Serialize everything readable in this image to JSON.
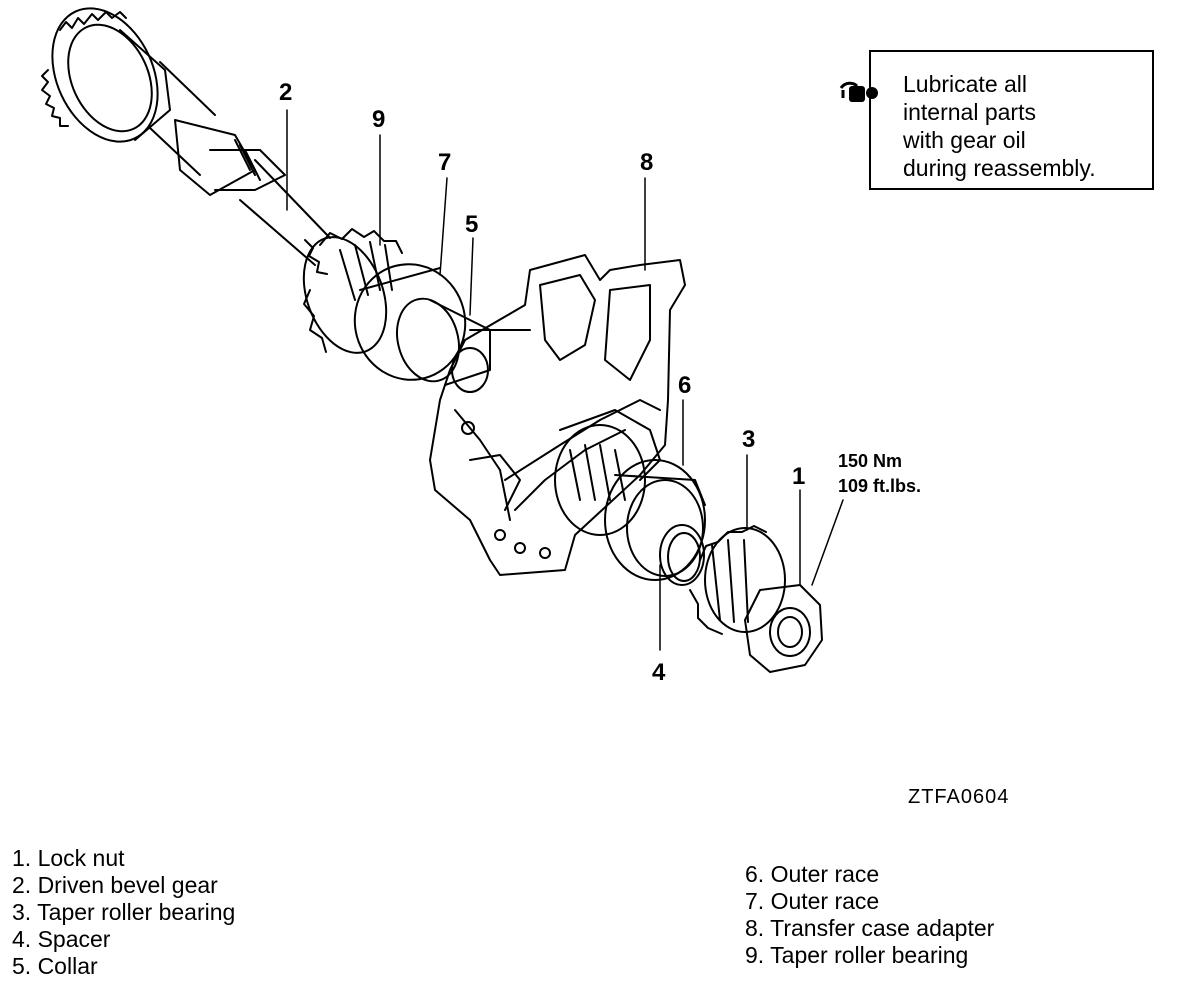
{
  "callouts": {
    "c1": "1",
    "c2": "2",
    "c3": "3",
    "c4": "4",
    "c5": "5",
    "c6": "6",
    "c7": "7",
    "c8": "8",
    "c9": "9"
  },
  "torque": {
    "nm": "150 Nm",
    "ftlbs": "109 ft.lbs."
  },
  "note": {
    "icon": "oil-can-icon",
    "lines": [
      "Lubricate all",
      "internal parts",
      "with gear oil",
      "during reassembly."
    ]
  },
  "figure_code": "ZTFA0604",
  "legend": {
    "left": [
      "1. Lock nut",
      "2. Driven bevel gear",
      "3. Taper roller bearing",
      "4. Spacer",
      "5. Collar"
    ],
    "right": [
      "6. Outer race",
      "7. Outer race",
      "8. Transfer case adapter",
      "9. Taper roller bearing"
    ]
  }
}
